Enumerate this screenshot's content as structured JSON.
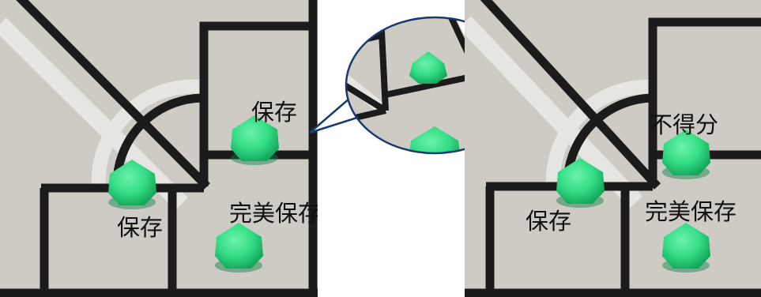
{
  "labels": {
    "left_top": "保存",
    "left_bottom_left": "保存",
    "left_bottom_right": "完美保存",
    "right_top": "不得分",
    "right_bottom_left": "保存",
    "right_bottom_right": "完美保存"
  },
  "colors": {
    "floor": "#cdcbc4",
    "line": "#1b1b1b",
    "light_band": "#e6e5e1",
    "cone": "#34dd86",
    "cone_shadow": "#12a557",
    "bubble_border": "#173b6e"
  }
}
